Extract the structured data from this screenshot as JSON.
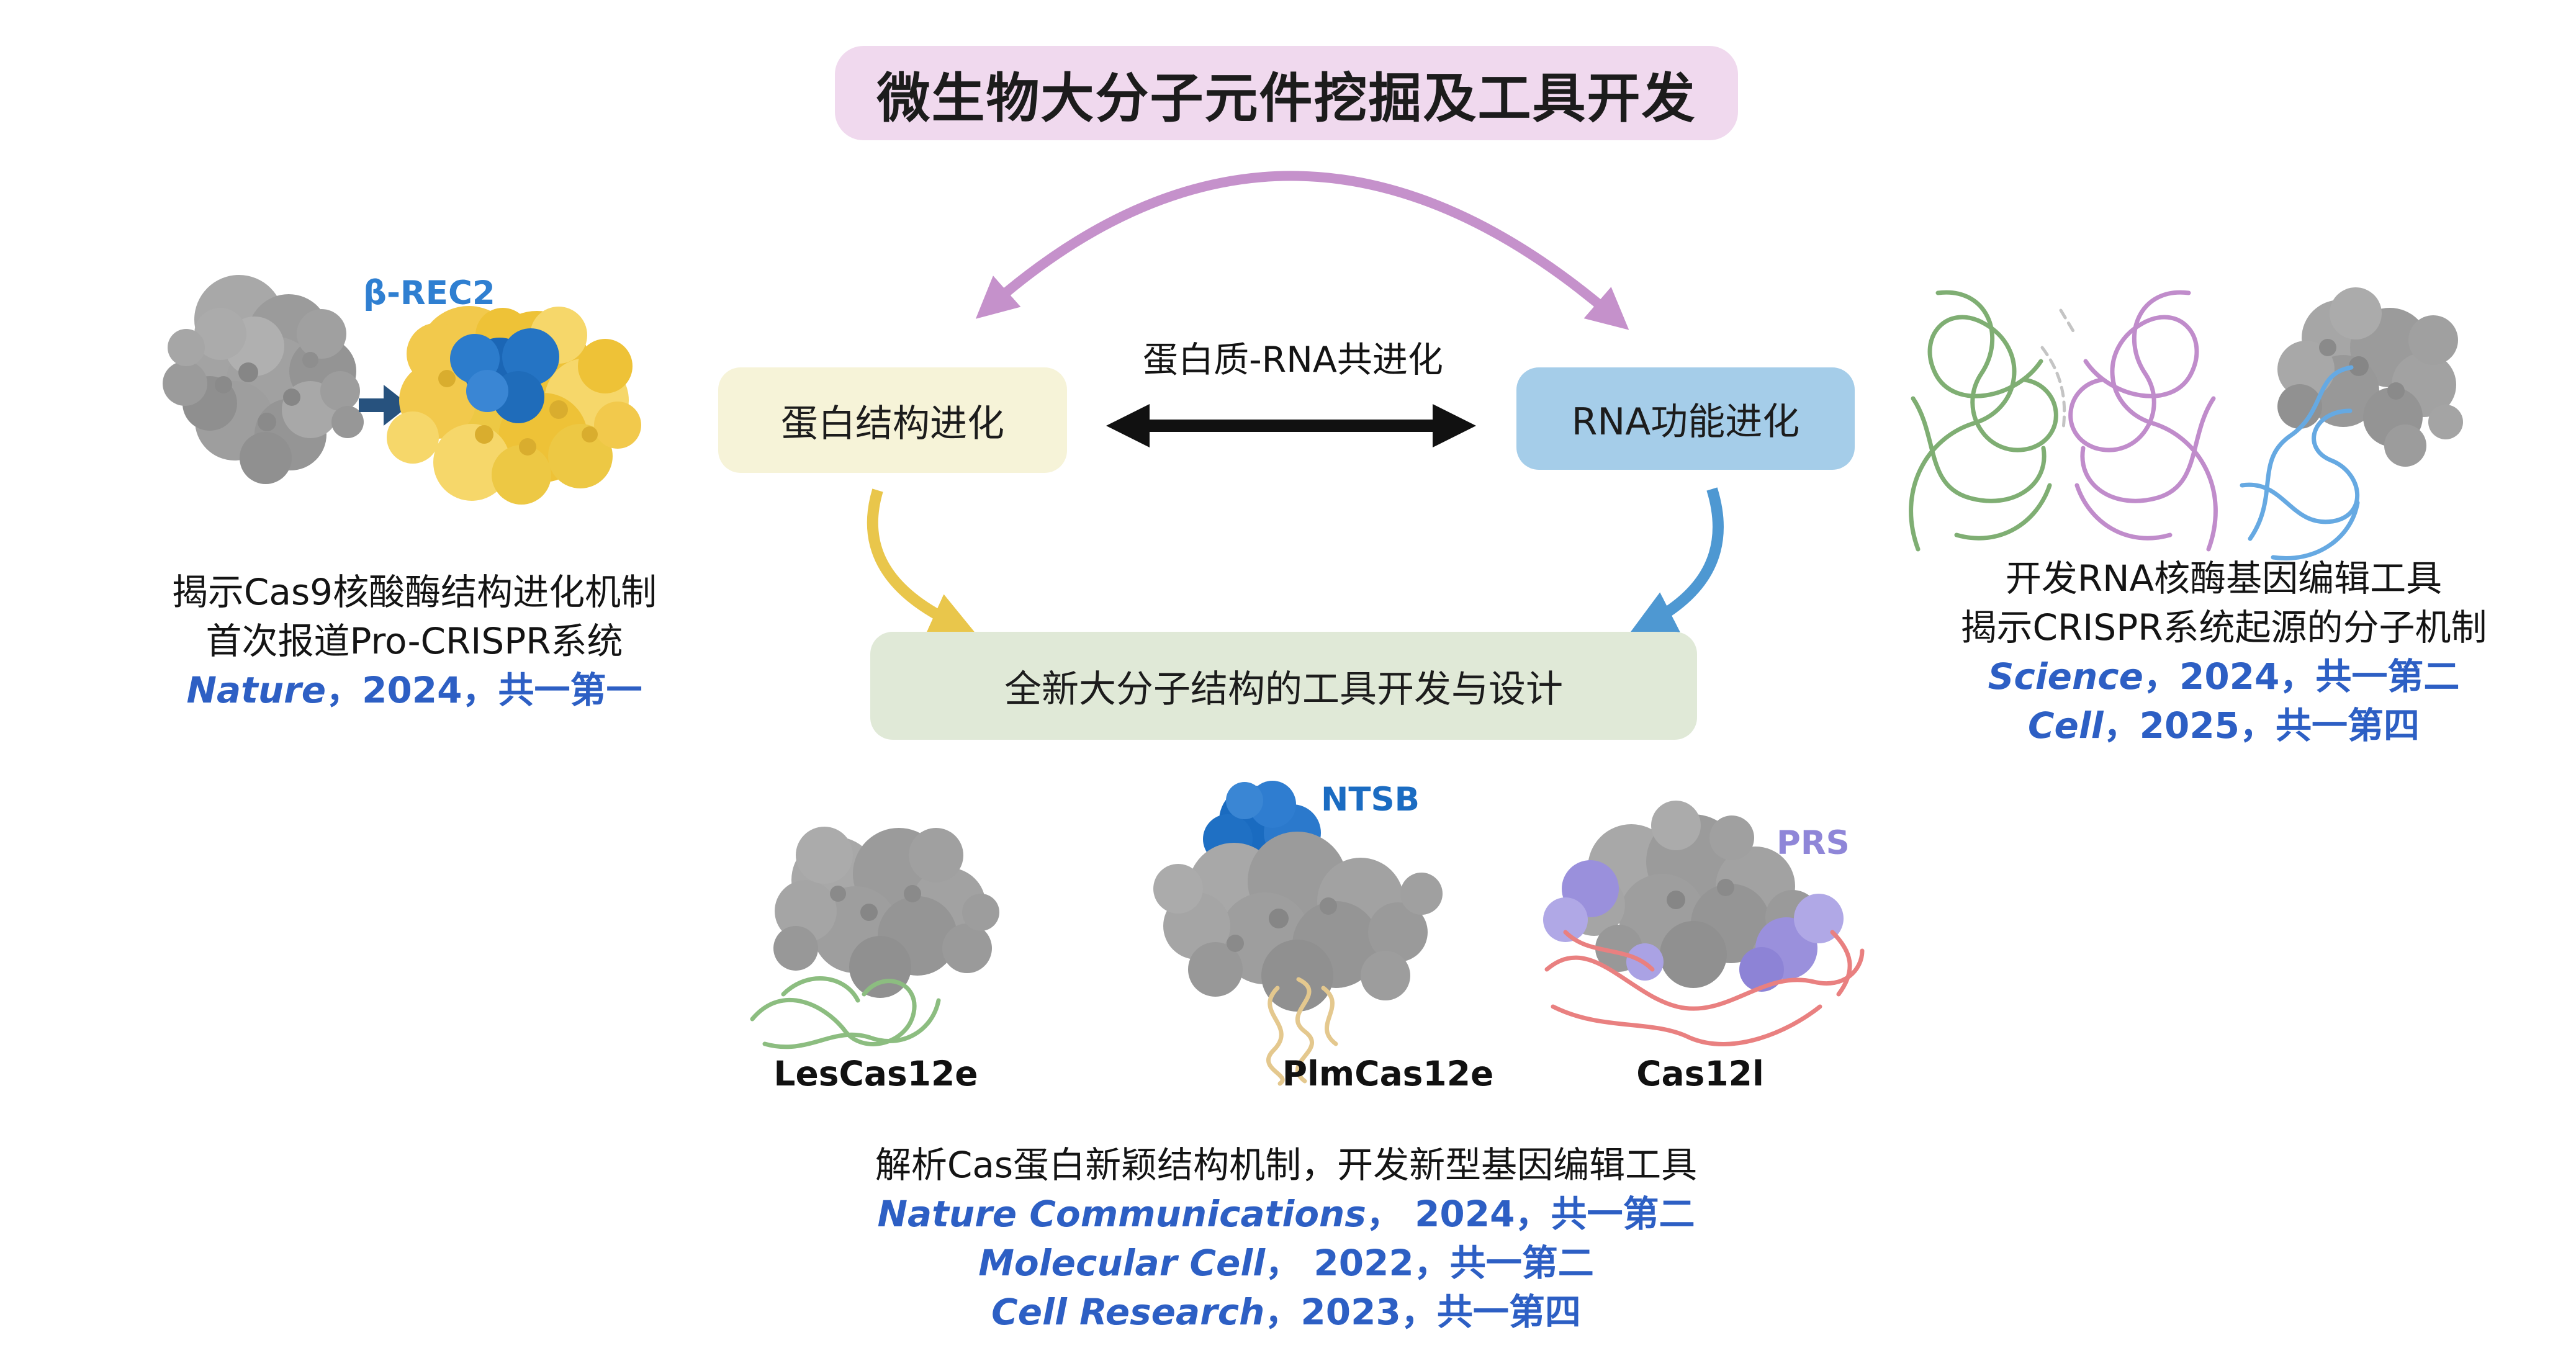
{
  "title": "微生物大分子元件挖掘及工具开发",
  "flow": {
    "coevolution_label": "蛋白质-RNA共进化",
    "protein_box": "蛋白结构进化",
    "rna_box": "RNA功能进化",
    "design_box": "全新大分子结构的工具开发与设计"
  },
  "left_panel": {
    "structure_tag": "β-REC2",
    "line1": "揭示Cas9核酸酶结构进化机制",
    "line2": "首次报道Pro-CRISPR系统",
    "citations": [
      {
        "journal": "Nature",
        "rest": "，2024，共一第一"
      }
    ]
  },
  "right_panel": {
    "line1": "开发RNA核酶基因编辑工具",
    "line2": "揭示CRISPR系统起源的分子机制",
    "citations": [
      {
        "journal": "Science",
        "rest": "，2024，共一第二"
      },
      {
        "journal": "Cell",
        "rest": "，2025，共一第四"
      }
    ]
  },
  "bottom_panel": {
    "tags": {
      "ntsb": "NTSB",
      "prs": "PRS"
    },
    "structures": [
      "LesCas12e",
      "PlmCas12e",
      "Cas12l"
    ],
    "heading": "解析Cas蛋白新颖结构机制，开发新型基因编辑工具",
    "citations": [
      {
        "journal": "Nature Communications",
        "rest": "， 2024，共一第二"
      },
      {
        "journal": "Molecular Cell",
        "rest": "， 2022，共一第二"
      },
      {
        "journal": "Cell Research",
        "rest": "，2023，共一第四"
      }
    ]
  },
  "colors": {
    "title_box_bg": "#f0d9ee",
    "protein_box_bg": "#f6f3d8",
    "rna_box_bg": "#a5cde9",
    "design_box_bg": "#e0e9d7",
    "purple_arrow": "#c591cb",
    "yellow_arrow": "#e9c64b",
    "blue_arrow": "#4e98d2",
    "black_arrow": "#111111",
    "citation_blue": "#2d5fc4",
    "rec2_tag": "#2f7fd1",
    "ntsb_tag": "#1b6cc2",
    "prs_tag": "#8f86d8"
  }
}
